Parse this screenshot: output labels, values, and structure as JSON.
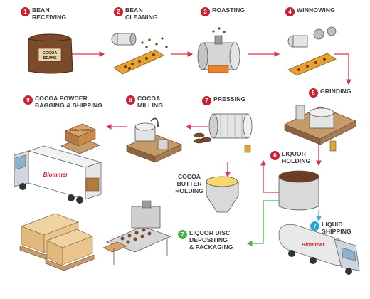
{
  "colors": {
    "accent_red": "#c8202f",
    "accent_blue": "#2aa7d8",
    "arrow_red": "#d9384a",
    "arrow_green": "#4fb04a",
    "arrow_blue": "#45b0e2",
    "bean_brown": "#6b3d22",
    "roast_orange": "#e8832b"
  },
  "steps": [
    {
      "num": "1",
      "label": "BEAN\nRECEIVING",
      "color": "red"
    },
    {
      "num": "2",
      "label": "BEAN\nCLEANING",
      "color": "red"
    },
    {
      "num": "3",
      "label": "ROASTING",
      "color": "red"
    },
    {
      "num": "4",
      "label": "WINNOWING",
      "color": "red"
    },
    {
      "num": "5",
      "label": "GRINDING",
      "color": "red"
    },
    {
      "num": "6",
      "label": "LIQUOR\nHOLDING",
      "color": "red"
    },
    {
      "num": "7",
      "label": "PRESSING",
      "color": "red"
    },
    {
      "num": "8",
      "label": "COCOA\nMILLING",
      "color": "red"
    },
    {
      "num": "9",
      "label": "COCOA POWDER\nBAGGING & SHIPPING",
      "color": "red"
    },
    {
      "num": "7",
      "label": "LIQUID\nSHIPPING",
      "color": "blue"
    },
    {
      "num": "7",
      "label": "LIQUOR DISC\nDEPOSITING\n& PACKAGING",
      "color": "green"
    }
  ],
  "cocoa_butter_label": "COCOA\nBUTTER\nHOLDING",
  "bag_text_line1": "COCOA",
  "bag_text_line2": "BEANS",
  "box_text": "COCOA POWDER",
  "truck_brand": "Blommer"
}
